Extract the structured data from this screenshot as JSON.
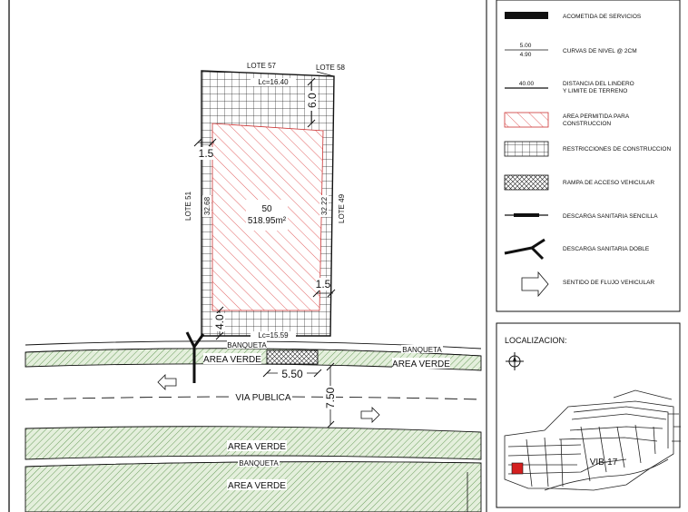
{
  "lot": {
    "number": "50",
    "area": "518.95m²",
    "front_arc": "Lc=15.59",
    "back_arc": "Lc=16.40",
    "left_side": "32.68",
    "right_side": "32.22",
    "setback_back": "6.0",
    "setback_side_left": "1.5",
    "setback_side_right": "1.5",
    "setback_front": "4.0",
    "ramp_width": "5.50"
  },
  "neighbors": {
    "back": "LOTE 57",
    "back_corner": "LOTE 58",
    "left": "LOTE 51",
    "right": "LOTE 49"
  },
  "street": {
    "sidewalk_left": "BANQUETA",
    "sidewalk_right": "BANQUETA",
    "green_left": "AREA VERDE",
    "green_right": "AREA VERDE",
    "road_name": "VIA PUBLICA",
    "road_width": "7.50",
    "green_far_top": "AREA VERDE",
    "sidewalk_far": "BANQUETA",
    "green_far_bottom": "AREA VERDE"
  },
  "legend": {
    "items": [
      {
        "label": "ACOMETIDA DE SERVICIOS"
      },
      {
        "label": "CURVAS DE NIVEL @ 2CM"
      },
      {
        "label": "DISTANCIA DEL LINDERO",
        "label2": "Y LIMITE DE TERRENO"
      },
      {
        "label": "AREA PERMITIDA PARA",
        "label2": "CONSTRUCCION"
      },
      {
        "label": "RESTRICCIONES DE CONSTRUCCION"
      },
      {
        "label": "RAMPA DE ACCESO VEHICULAR"
      },
      {
        "label": "DESCARGA SANITARIA SENCILLA"
      },
      {
        "label": "DESCARGA SANITARIA DOBLE"
      },
      {
        "label": "SENTIDO DE FLUJO VEHICULAR"
      }
    ],
    "contour_top": "5.00",
    "contour_bottom": "4.90",
    "distance_sample": "40.00"
  },
  "location": {
    "title": "LOCALIZACION:",
    "sector": "VIB-17"
  },
  "colors": {
    "hatch_red": "#e05555",
    "green_hatch": "#4c8a3c",
    "green_fill": "#e4efdc",
    "grid": "#222222",
    "highlight_lot": "#d42020"
  }
}
